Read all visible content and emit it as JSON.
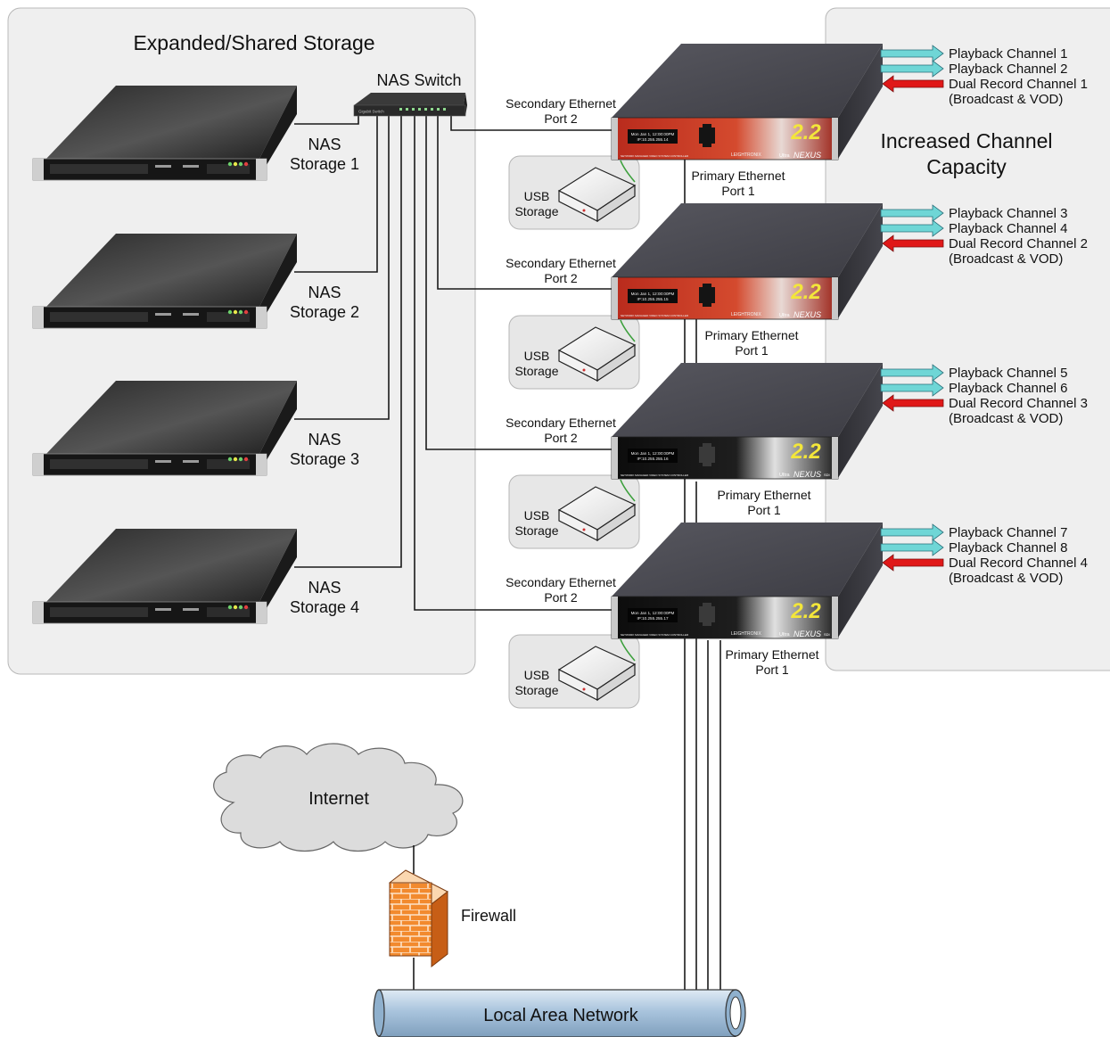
{
  "storage_panel": {
    "title": "Expanded/Shared Storage"
  },
  "nas_switch": {
    "label": "NAS Switch",
    "panel_text": "Gigabit Switch"
  },
  "nas_units": [
    {
      "line1": "NAS",
      "line2": "Storage 1"
    },
    {
      "line1": "NAS",
      "line2": "Storage 2"
    },
    {
      "line1": "NAS",
      "line2": "Storage 3"
    },
    {
      "line1": "NAS",
      "line2": "Storage 4"
    }
  ],
  "capacity_panel": {
    "line1": "Increased Channel",
    "line2": "Capacity"
  },
  "controllers": [
    {
      "theme": "red",
      "screen1": "Mon Jan 1, 12:00:00PM",
      "screen2": "IP:10.255.255.14",
      "badge": "2.2",
      "brand": "LEIGHTRONIX",
      "model_prefix": "Ultra",
      "model": "NEXUS",
      "model_suffix": "",
      "front_text": "NETWORK MANAGED VIDEO SYSTEM CONTROLLER",
      "sec_eth": [
        "Secondary Ethernet",
        "Port 2"
      ],
      "pri_eth": [
        "Primary Ethernet",
        "Port 1"
      ],
      "usb": [
        "USB",
        "Storage"
      ],
      "channels": [
        "Playback Channel 1",
        "Playback Channel 2",
        "Dual Record Channel 1",
        "(Broadcast & VOD)"
      ]
    },
    {
      "theme": "red",
      "screen1": "Mon Jan 1, 12:00:00PM",
      "screen2": "IP:10.255.255.15",
      "badge": "2.2",
      "brand": "LEIGHTRONIX",
      "model_prefix": "Ultra",
      "model": "NEXUS",
      "model_suffix": "",
      "front_text": "NETWORK MANAGED VIDEO SYSTEM CONTROLLER",
      "sec_eth": [
        "Secondary Ethernet",
        "Port 2"
      ],
      "pri_eth": [
        "Primary Ethernet",
        "Port 1"
      ],
      "usb": [
        "USB",
        "Storage"
      ],
      "channels": [
        "Playback Channel 3",
        "Playback Channel 4",
        "Dual Record Channel 2",
        "(Broadcast & VOD)"
      ]
    },
    {
      "theme": "dark",
      "screen1": "Mon Jan 1, 12:00:00PM",
      "screen2": "IP:10.255.255.16",
      "badge": "2.2",
      "brand": "",
      "model_prefix": "Ultra",
      "model": "NEXUS",
      "model_suffix": "SDI",
      "front_text": "NETWORK MANAGED VIDEO SYSTEM CONTROLLER",
      "sec_eth": [
        "Secondary Ethernet",
        "Port 2"
      ],
      "pri_eth": [
        "Primary Ethernet",
        "Port 1"
      ],
      "usb": [
        "USB",
        "Storage"
      ],
      "channels": [
        "Playback Channel 5",
        "Playback Channel 6",
        "Dual Record Channel 3",
        "(Broadcast & VOD)"
      ]
    },
    {
      "theme": "dark",
      "screen1": "Mon Jan 1, 12:00:00PM",
      "screen2": "IP:10.255.255.17",
      "badge": "2.2",
      "brand": "LEIGHTRONIX",
      "model_prefix": "Ultra",
      "model": "NEXUS",
      "model_suffix": "SDI",
      "front_text": "NETWORK MANAGED VIDEO SYSTEM CONTROLLER",
      "sec_eth": [
        "Secondary Ethernet",
        "Port 2"
      ],
      "pri_eth": [
        "Primary Ethernet",
        "Port 1"
      ],
      "usb": [
        "USB",
        "Storage"
      ],
      "channels": [
        "Playback Channel 7",
        "Playback Channel 8",
        "Dual Record Channel 4",
        "(Broadcast & VOD)"
      ]
    }
  ],
  "internet": {
    "label": "Internet"
  },
  "firewall": {
    "label": "Firewall"
  },
  "lan": {
    "label": "Local Area Network"
  },
  "colors": {
    "panel_fill": "#efefef",
    "panel_stroke": "#b8b8b8",
    "playback_arrow": "#6fd6d6",
    "record_arrow": "#e01818",
    "controller_red": "#c5301f",
    "controller_dark": "#111111",
    "cable_green": "#3ca03c",
    "lan_fill": "#a9c4dd",
    "firewall": "#f07a22"
  }
}
